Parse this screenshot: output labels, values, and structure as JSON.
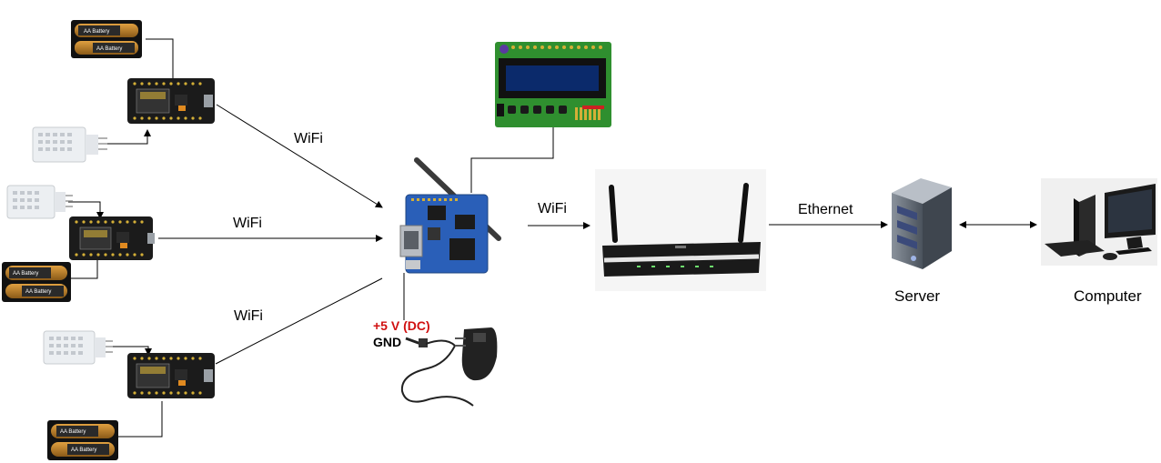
{
  "labels": {
    "wifi_top": "WiFi",
    "wifi_mid": "WiFi",
    "wifi_bottom": "WiFi",
    "wifi_router": "WiFi",
    "ethernet": "Ethernet",
    "server": "Server",
    "computer": "Computer"
  },
  "power": {
    "voltage": "+5 V (DC)",
    "ground": "GND"
  },
  "battery_text": "AA Battery",
  "colors": {
    "pcb_black": "#1b1b1b",
    "pcb_blue": "#2a5fb8",
    "lcd_green": "#2f8f2f",
    "lcd_screen": "#0b2a6b",
    "router_body": "#1a1a1a",
    "server_body": "#5f6670",
    "power_red": "#d01010"
  },
  "icons": {
    "sensor": "dht-sensor-icon",
    "mcu": "nodemcu-board-icon",
    "battery": "aa-battery-holder-icon",
    "sbc": "orange-pi-board-icon",
    "lcd": "lcd-shield-icon",
    "adapter": "power-adapter-icon",
    "router": "wifi-router-icon",
    "server": "server-icon",
    "computer": "desktop-computer-icon"
  }
}
